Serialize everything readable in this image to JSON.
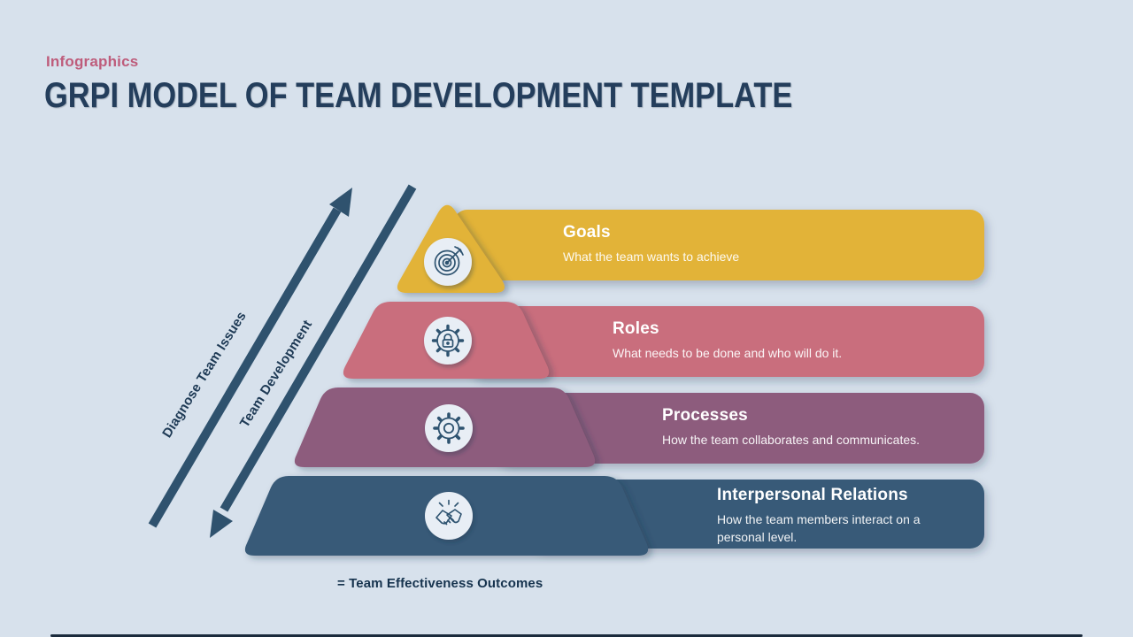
{
  "header": {
    "eyebrow": "Infographics",
    "title": "GRPI MODEL OF TEAM DEVELOPMENT TEMPLATE"
  },
  "arrows": {
    "up_label": "Diagnose Team Issues",
    "down_label": "Team Development",
    "color": "#2F526E"
  },
  "rows": [
    {
      "title": "Goals",
      "description": "What the team wants to achieve",
      "color": "#E2B338",
      "icon": "target-icon"
    },
    {
      "title": "Roles",
      "description": "What needs to be done and who will do it.",
      "color": "#C96E7D",
      "icon": "gear-lock-icon"
    },
    {
      "title": "Processes",
      "description": "How the team collaborates and communicates.",
      "color": "#8D5C7D",
      "icon": "gear-icon"
    },
    {
      "title": "Interpersonal Relations",
      "description": "How the team members interact on a personal level.",
      "color": "#375A78",
      "icon": "handshake-icon"
    }
  ],
  "legend": {
    "text": "= Team Effectiveness Outcomes"
  },
  "colors": {
    "background": "#D7E1EC",
    "title_text": "#243E5C",
    "eyebrow_text": "#BE5C7B",
    "icon_stroke": "#2E5370",
    "icon_circle_fill": "#E8EEF5",
    "row_text": "#FFFFFF",
    "legend_text": "#16334E"
  }
}
